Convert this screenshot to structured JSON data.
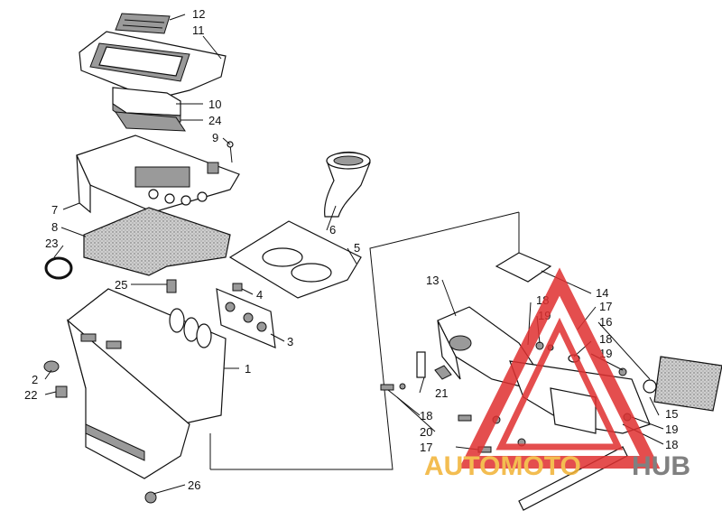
{
  "callouts": {
    "c1": "1",
    "c2": "2",
    "c3": "3",
    "c4": "4",
    "c5": "5",
    "c6": "6",
    "c7": "7",
    "c8": "8",
    "c9": "9",
    "c10": "10",
    "c11": "11",
    "c12": "12",
    "c13": "13",
    "c14": "14",
    "c15": "15",
    "c16": "16",
    "c17a": "17",
    "c17b": "17",
    "c18a": "18",
    "c18b": "18",
    "c18c": "18",
    "c18d": "18",
    "c19a": "19",
    "c19b": "19",
    "c19c": "19",
    "c20": "20",
    "c21": "21",
    "c22": "22",
    "c23": "23",
    "c24": "24",
    "c25": "25",
    "c26": "26"
  },
  "watermark": {
    "word1": "AUTOMOTO",
    "word2": "HUB",
    "color_red": "#e03030",
    "color_yellow": "#f2b233",
    "color_gray": "#6b6b6b"
  }
}
